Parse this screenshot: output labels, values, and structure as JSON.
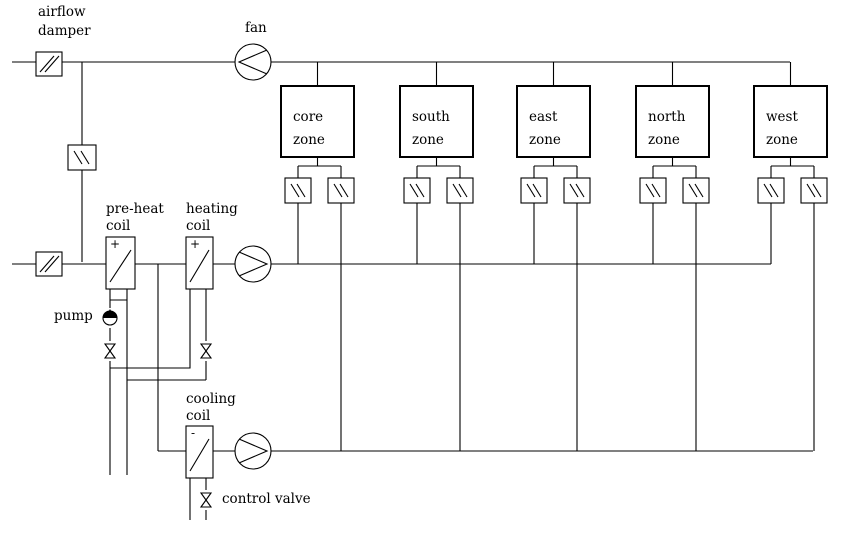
{
  "labels": {
    "airflow_damper_line1": "airflow",
    "airflow_damper_line2": "damper",
    "fan": "fan",
    "preheat_line1": "pre-heat",
    "preheat_line2": "coil",
    "heating_line1": "heating",
    "heating_line2": "coil",
    "cooling_line1": "cooling",
    "cooling_line2": "coil",
    "pump": "pump",
    "control_valve": "control valve",
    "plus": "+",
    "minus": "-"
  },
  "zones": [
    {
      "line1": "core",
      "line2": "zone"
    },
    {
      "line1": "south",
      "line2": "zone"
    },
    {
      "line1": "east",
      "line2": "zone"
    },
    {
      "line1": "north",
      "line2": "zone"
    },
    {
      "line1": "west",
      "line2": "zone"
    }
  ]
}
